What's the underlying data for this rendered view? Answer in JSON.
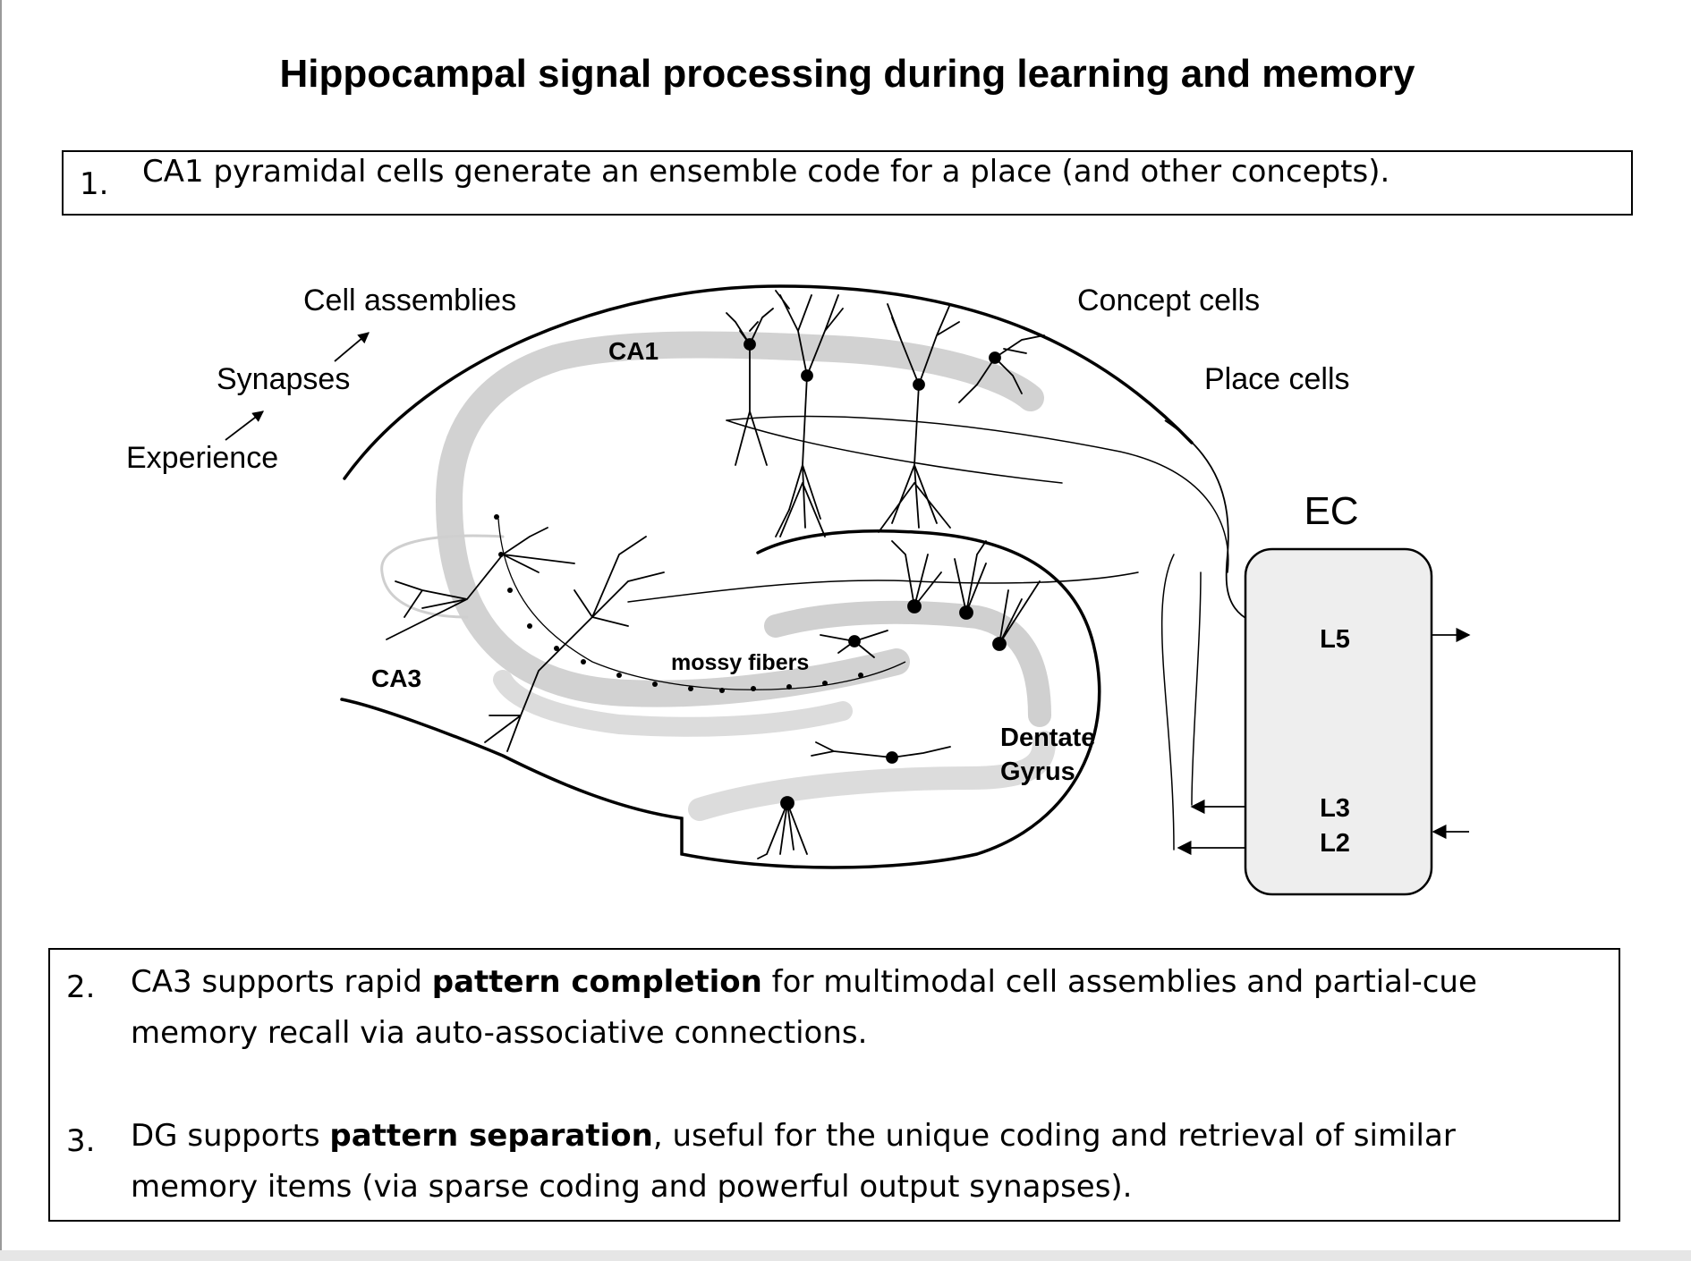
{
  "title": "Hippocampal signal processing during learning and memory",
  "point1": {
    "number": "1.",
    "text": "CA1 pyramidal cells generate an ensemble code for a place (and other concepts)."
  },
  "point2": {
    "number": "2.",
    "pre": "CA3 supports rapid ",
    "bold": "pattern completion",
    "post": " for multimodal cell assemblies and partial-cue memory recall via auto-associative connections."
  },
  "point3": {
    "number": "3.",
    "pre": "DG supports ",
    "bold": "pattern separation",
    "post": ", useful for the unique coding and retrieval of similar memory items (via sparse coding and powerful output synapses)."
  },
  "diagram": {
    "left_chain": {
      "top": "Cell assemblies",
      "middle": "Synapses",
      "bottom": "Experience"
    },
    "right_chain": {
      "top": "Concept cells",
      "bottom": "Place cells"
    },
    "regions": {
      "ca1": "CA1",
      "ca3": "CA3",
      "mossy": "mossy fibers",
      "dentate_1": "Dentate",
      "dentate_2": "Gyrus"
    },
    "ec": {
      "title": "EC",
      "l5": "L5",
      "l3": "L3",
      "l2": "L2"
    }
  }
}
